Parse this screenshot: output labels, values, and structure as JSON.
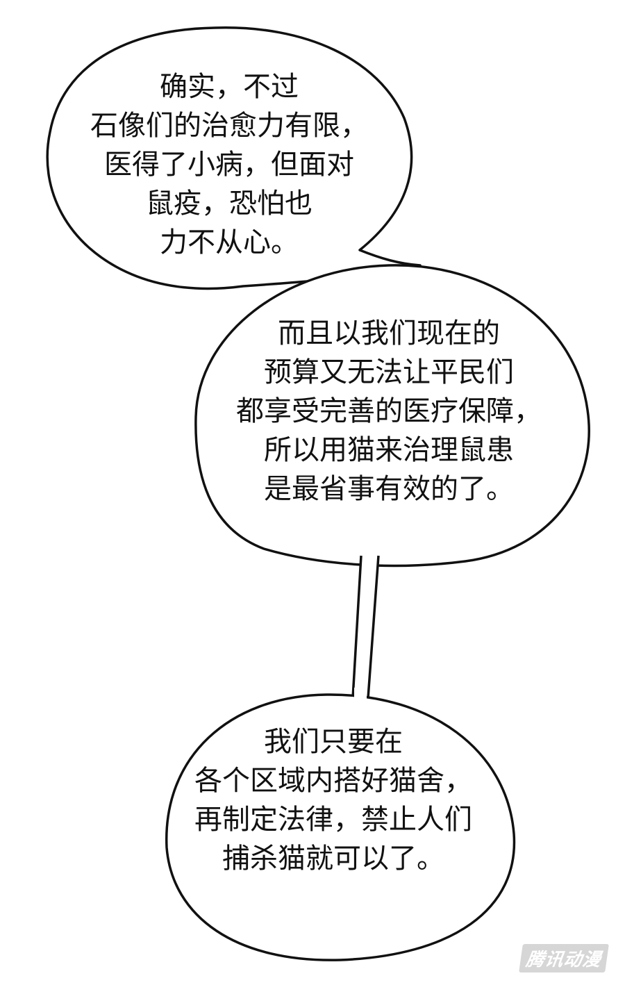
{
  "bubbles": [
    {
      "lines": [
        "确实，不过",
        "石像们的治愈力有限，",
        "医得了小病，但面对",
        "鼠疫，恐怕也",
        "力不从心。"
      ]
    },
    {
      "lines": [
        "而且以我们现在的",
        "预算又无法让平民们",
        "都享受完善的医疗保障，",
        "所以用猫来治理鼠患",
        "是最省事有效的了。"
      ]
    },
    {
      "lines": [
        "我们只要在",
        "各个区域内搭好猫舍，",
        "再制定法律，禁止人们",
        "捕杀猫就可以了。"
      ]
    }
  ],
  "watermark": "腾讯动漫",
  "colors": {
    "background": "#ffffff",
    "ink": "#111111",
    "watermark": "#d6d6d6"
  }
}
